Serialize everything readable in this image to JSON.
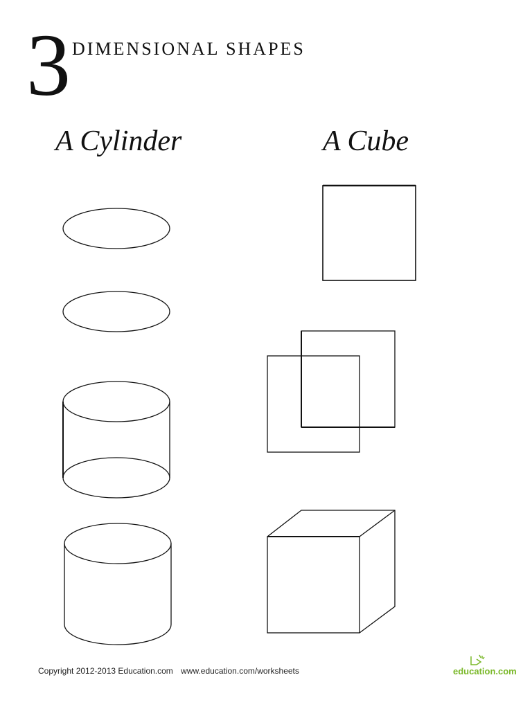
{
  "header": {
    "number": "3",
    "title": "DIMENSIONAL SHAPES"
  },
  "columns": {
    "cylinder_title": "A Cylinder",
    "cube_title": "A Cube"
  },
  "footer": {
    "copyright": "Copyright 2012-2013 Education.com",
    "url": "www.education.com/worksheets"
  },
  "logo": {
    "text": "education.com",
    "accent_color": "#7ab829"
  }
}
